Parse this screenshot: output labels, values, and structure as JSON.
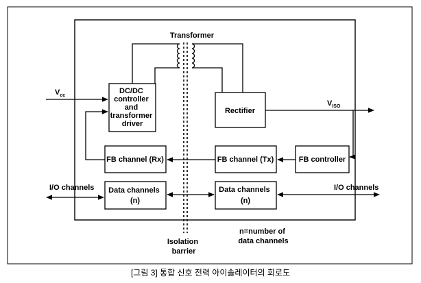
{
  "caption": "[그림 3] 통합 신호 전력 아이솔레이터의 회로도",
  "labels": {
    "transformer": "Transformer",
    "vcc_main": "V",
    "vcc_sub": "cc",
    "viso_main": "V",
    "viso_sub": "ISO",
    "io_left": "I/O channels",
    "io_right": "I/O channels",
    "isolation_line1": "Isolation",
    "isolation_line2": "barrier",
    "note_line1": "n=number of",
    "note_line2": "data channels"
  },
  "blocks": {
    "dcdc": [
      "DC/DC",
      "controller",
      "and",
      "transformer",
      "driver"
    ],
    "rectifier": "Rectifier",
    "fb_rx": "FB channel (Rx)",
    "fb_tx": "FB channel (Tx)",
    "fb_controller": "FB controller",
    "data_left": [
      "Data channels",
      "(n)"
    ],
    "data_right": [
      "Data channels",
      "(n)"
    ]
  }
}
